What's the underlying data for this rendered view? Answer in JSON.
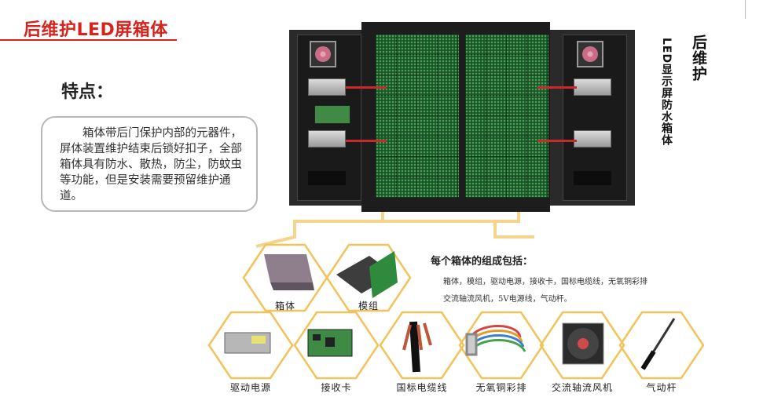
{
  "header": {
    "title": "后维护LED屏箱体"
  },
  "features": {
    "heading": "特点：",
    "text": "箱体带后门保护内部的元器件，屏体装置维护结束后锁好扣子，全部箱体具有防水、散热，防尘，防蚊虫等功能，但是安装需要预留维护通道。"
  },
  "side_labels": {
    "primary": "后维护",
    "secondary": "LED显示屏防水箱体"
  },
  "components": {
    "heading": "每个箱体的组成包括：",
    "list_line1": "箱体，模组，驱动电源，接收卡，国标电缆线，无氧铜彩排",
    "list_line2": "交流轴流风机，5V电源线，气动杆。",
    "items": [
      {
        "label": "箱体",
        "icon": "cabinet-icon"
      },
      {
        "label": "模组",
        "icon": "module-icon"
      },
      {
        "label": "驱动电源",
        "icon": "power-supply-icon"
      },
      {
        "label": "接收卡",
        "icon": "receiving-card-icon"
      },
      {
        "label": "国标电缆线",
        "icon": "cable-icon"
      },
      {
        "label": "无氧铜彩排",
        "icon": "ribbon-cable-icon"
      },
      {
        "label": "交流轴流风机",
        "icon": "fan-icon"
      },
      {
        "label": "气动杆",
        "icon": "gas-strut-icon"
      }
    ]
  },
  "colors": {
    "accent_red": "#d8231c",
    "hex_gold": "#f2c35a",
    "panel_green": "#1f5e2c"
  }
}
